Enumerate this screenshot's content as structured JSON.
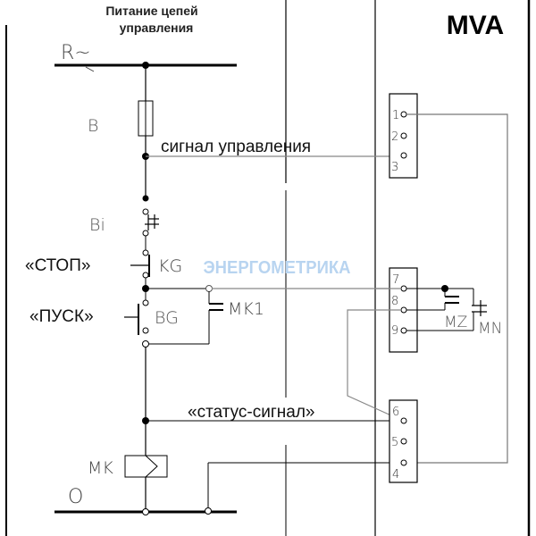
{
  "header": {
    "title_line1": "Питание цепей",
    "title_line2": "управления",
    "device": "MVA"
  },
  "watermark": "ЭНЕРГОМЕТРИКА",
  "labels": {
    "phase": "R~",
    "fuse": "B",
    "aux_contact": "Bi",
    "stop": "«СТОП»",
    "stop_button": "KG",
    "start": "«ПУСК»",
    "start_button": "BG",
    "hold_contact": "MK1",
    "control_signal": "сигнал управления",
    "status_signal": "«статус-сигнал»",
    "contactor": "MK",
    "neutral": "O",
    "relay_mz": "MZ",
    "relay_mn": "MN"
  },
  "terminal_blocks": [
    {
      "name": "block-1-3",
      "terminals": [
        "1",
        "2",
        "3"
      ]
    },
    {
      "name": "block-7-9",
      "terminals": [
        "7",
        "8",
        "9"
      ]
    },
    {
      "name": "block-4-6",
      "terminals": [
        "6",
        "5",
        "4"
      ]
    }
  ],
  "colors": {
    "line": "#000000",
    "gray_wire": "#888888",
    "watermark": "#b8d4f0"
  }
}
